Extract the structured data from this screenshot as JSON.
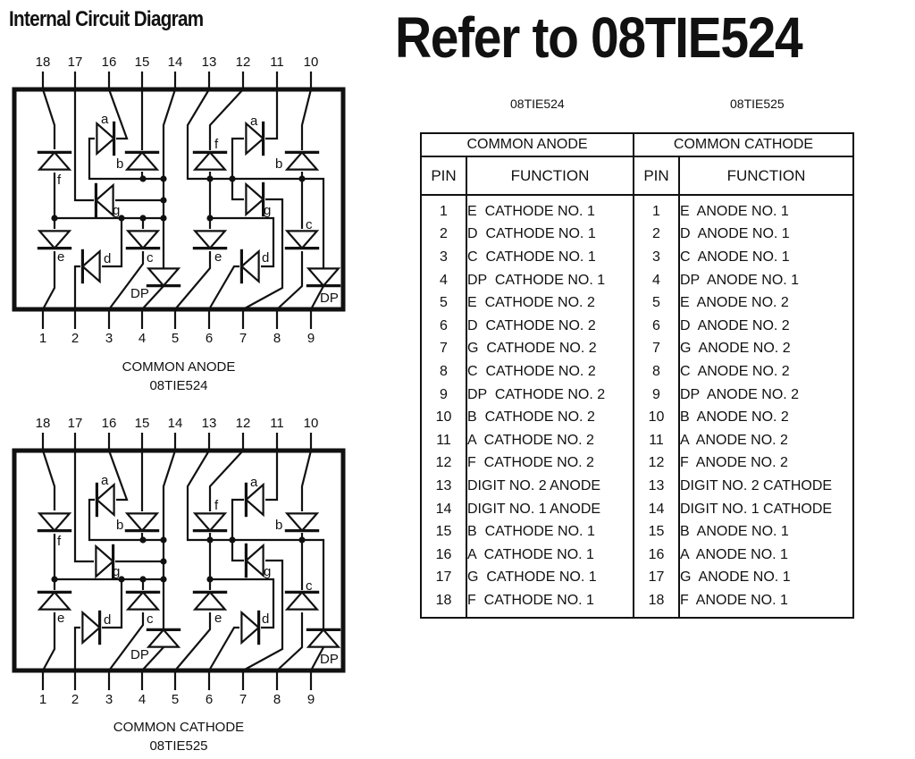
{
  "page_title": "Internal Circuit Diagram",
  "refer_title": "Refer to 08TIE524",
  "part_labels": [
    "08TIE524",
    "08TIE525"
  ],
  "diagrams": [
    {
      "name": "common-anode",
      "type_label": "COMMON ANODE",
      "part": "08TIE524",
      "top_pins": [
        "18",
        "17",
        "16",
        "15",
        "14",
        "13",
        "12",
        "11",
        "10"
      ],
      "bottom_pins": [
        "1",
        "2",
        "3",
        "4",
        "5",
        "6",
        "7",
        "8",
        "9"
      ],
      "segment_labels": [
        "a",
        "b",
        "c",
        "d",
        "e",
        "f",
        "g",
        "DP"
      ]
    },
    {
      "name": "common-cathode",
      "type_label": "COMMON CATHODE",
      "part": "08TIE525",
      "top_pins": [
        "18",
        "17",
        "16",
        "15",
        "14",
        "13",
        "12",
        "11",
        "10"
      ],
      "bottom_pins": [
        "1",
        "2",
        "3",
        "4",
        "5",
        "6",
        "7",
        "8",
        "9"
      ],
      "segment_labels": [
        "a",
        "b",
        "c",
        "d",
        "e",
        "f",
        "g",
        "DP"
      ]
    }
  ],
  "pin_table": {
    "groups": [
      "COMMON ANODE",
      "COMMON CATHODE"
    ],
    "columns": [
      "PIN",
      "FUNCTION",
      "PIN",
      "FUNCTION"
    ],
    "rows": [
      {
        "pin": "1",
        "anode": "E  CATHODE NO. 1",
        "cathode": "E  ANODE NO. 1"
      },
      {
        "pin": "2",
        "anode": "D  CATHODE NO. 1",
        "cathode": "D  ANODE NO. 1"
      },
      {
        "pin": "3",
        "anode": "C  CATHODE NO. 1",
        "cathode": "C  ANODE NO. 1"
      },
      {
        "pin": "4",
        "anode": "DP  CATHODE NO. 1",
        "cathode": "DP  ANODE NO. 1"
      },
      {
        "pin": "5",
        "anode": "E  CATHODE NO. 2",
        "cathode": "E  ANODE NO. 2"
      },
      {
        "pin": "6",
        "anode": "D  CATHODE NO. 2",
        "cathode": "D  ANODE NO. 2"
      },
      {
        "pin": "7",
        "anode": "G  CATHODE NO. 2",
        "cathode": "G  ANODE NO. 2"
      },
      {
        "pin": "8",
        "anode": "C  CATHODE NO. 2",
        "cathode": "C  ANODE NO. 2"
      },
      {
        "pin": "9",
        "anode": "DP  CATHODE NO. 2",
        "cathode": "DP  ANODE NO. 2"
      },
      {
        "pin": "10",
        "anode": "B  CATHODE NO. 2",
        "cathode": "B  ANODE NO. 2"
      },
      {
        "pin": "11",
        "anode": "A  CATHODE NO. 2",
        "cathode": "A  ANODE NO. 2"
      },
      {
        "pin": "12",
        "anode": "F  CATHODE NO. 2",
        "cathode": "F  ANODE NO. 2"
      },
      {
        "pin": "13",
        "anode": "DIGIT NO. 2 ANODE",
        "cathode": "DIGIT NO. 2 CATHODE"
      },
      {
        "pin": "14",
        "anode": "DIGIT NO. 1 ANODE",
        "cathode": "DIGIT NO. 1 CATHODE"
      },
      {
        "pin": "15",
        "anode": "B  CATHODE NO. 1",
        "cathode": "B  ANODE NO. 1"
      },
      {
        "pin": "16",
        "anode": "A  CATHODE NO. 1",
        "cathode": "A  ANODE NO. 1"
      },
      {
        "pin": "17",
        "anode": "G  CATHODE NO. 1",
        "cathode": "G  ANODE NO. 1"
      },
      {
        "pin": "18",
        "anode": "F  CATHODE NO. 1",
        "cathode": "F  ANODE NO. 1"
      }
    ]
  }
}
